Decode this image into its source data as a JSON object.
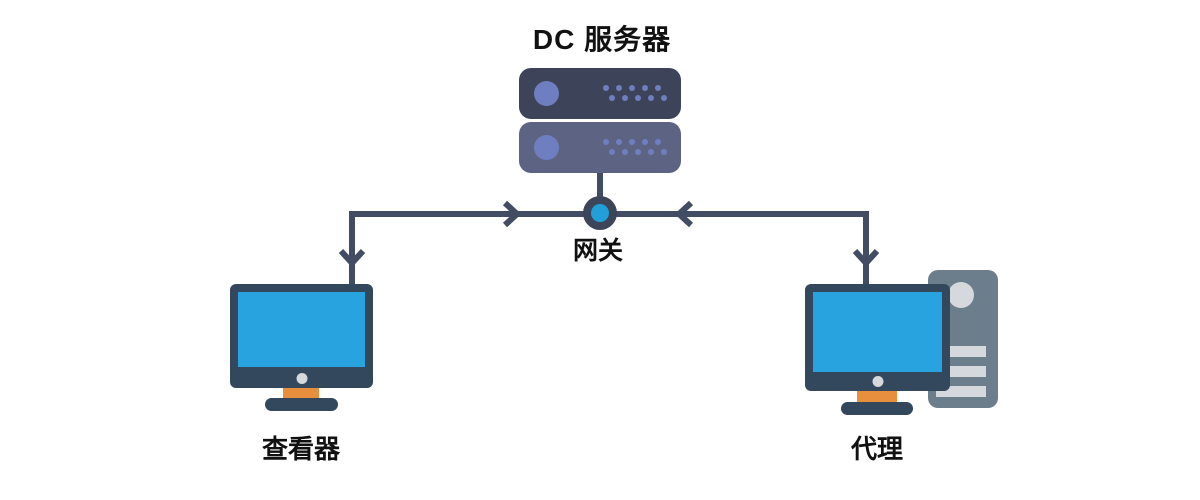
{
  "diagram": {
    "type": "network-topology",
    "background": "#ffffff",
    "nodes": {
      "server": {
        "label": "DC 服务器",
        "icon": "server-rack-icon"
      },
      "gateway": {
        "label": "网关",
        "icon": "gateway-node-icon"
      },
      "viewer": {
        "label": "查看器",
        "icon": "desktop-monitor-icon"
      },
      "agent": {
        "label": "代理",
        "icon": "desktop-tower-computer-icon"
      }
    },
    "edges": [
      {
        "from": "viewer",
        "to": "gateway",
        "style": "elbow",
        "arrows": [
          "chevron-toward-gateway",
          "chevron-toward-viewer"
        ]
      },
      {
        "from": "agent",
        "to": "gateway",
        "style": "elbow",
        "arrows": [
          "chevron-toward-gateway",
          "chevron-toward-agent"
        ]
      },
      {
        "from": "server",
        "to": "gateway",
        "style": "straight",
        "arrows": []
      }
    ],
    "colors": {
      "line": "#424d63",
      "server_unit_top": "#3d4359",
      "server_unit_bottom": "#5d6483",
      "server_accent": "#6f7ec0",
      "gateway_ring": "#3d4659",
      "gateway_center": "#219fd8",
      "monitor_frame": "#33485c",
      "screen_blue": "#29a2e0",
      "stand_orange": "#e78f3c",
      "tower_gray": "#6c7e8c",
      "detail_gray": "#d5d8dc",
      "text": "#111111"
    }
  }
}
